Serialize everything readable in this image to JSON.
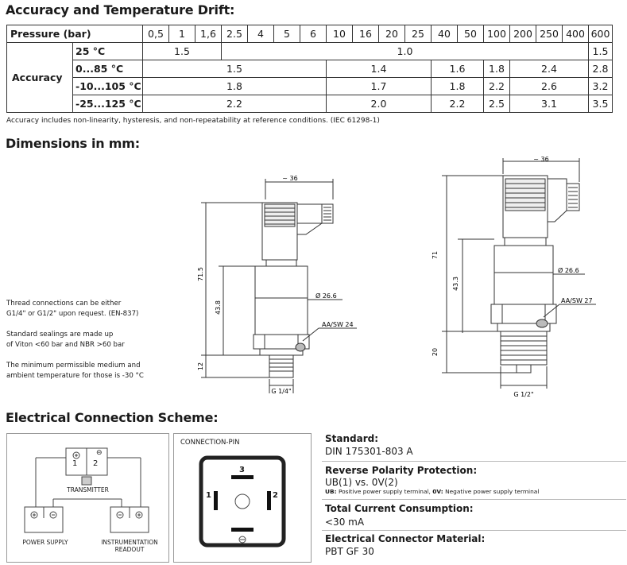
{
  "sections": {
    "accuracy_title": "Accuracy and Temperature Drift:",
    "dimensions_title": "Dimensions in mm:",
    "electrical_title": "Electrical Connection Scheme:"
  },
  "table": {
    "pressure_label": "Pressure (bar)",
    "pressures": [
      "0,5",
      "1",
      "1,6",
      "2.5",
      "4",
      "5",
      "6",
      "10",
      "16",
      "20",
      "25",
      "40",
      "50",
      "100",
      "200",
      "250",
      "400",
      "600"
    ],
    "accuracy_label": "Accuracy",
    "rows": [
      {
        "temp": "25 °C",
        "v1": "1.5",
        "v2": "1.0",
        "v3": "1.5"
      },
      {
        "temp": "0...85 °C",
        "a": "1.5",
        "b": "1.4",
        "c": "1.6",
        "d": "1.8",
        "e": "2.4",
        "f": "2.8"
      },
      {
        "temp": "-10...105 °C",
        "a": "1.8",
        "b": "1.7",
        "c": "1.8",
        "d": "2.2",
        "e": "2.6",
        "f": "3.2"
      },
      {
        "temp": "-25...125 °C",
        "a": "2.2",
        "b": "2.0",
        "c": "2.2",
        "d": "2.5",
        "e": "3.1",
        "f": "3.5"
      }
    ],
    "note": "Accuracy includes non-linearity, hysteresis, and non-repeatability at reference conditions. (IEC 61298-1)"
  },
  "side_notes": {
    "thread_1": "Thread connections can be either",
    "thread_2": "G1/4\" or G1/2\" upon request. (EN-837)",
    "seal_1": "Standard sealings are made up",
    "seal_2": "of Viton <60 bar and NBR >60 bar",
    "temp_1": "The minimum permissible medium and",
    "temp_2": "ambient temperature for those is -30 °C"
  },
  "dims_left": {
    "width": "~ 36",
    "height": "71.5",
    "body": "43.8",
    "thread_len": "12",
    "diameter": "Ø 26.6",
    "wrench": "AA/SW 24",
    "thread": "G 1/4\""
  },
  "dims_right": {
    "width": "~ 36",
    "height": "71",
    "body": "43.3",
    "thread_len": "20",
    "diameter": "Ø 26.6",
    "wrench": "AA/SW 27",
    "thread": "G 1/2\""
  },
  "wiring": {
    "transmitter": "TRANSMITTER",
    "pin1": "1",
    "pin2": "2",
    "power_supply": "POWER SUPPLY",
    "readout_1": "INSTRUMENTATION",
    "readout_2": "READOUT"
  },
  "pinout": {
    "title": "CONNECTION-PIN",
    "p1": "1",
    "p2": "2",
    "p3": "3"
  },
  "specs": {
    "standard_label": "Standard:",
    "standard_value": "DIN 175301-803 A",
    "polarity_label": "Reverse Polarity Protection:",
    "polarity_value": "UB(1) vs. 0V(2)",
    "polarity_note_ub": "UB:",
    "polarity_note_1": " Positive power supply terminal, ",
    "polarity_note_0v": "0V:",
    "polarity_note_2": " Negative power supply terminal",
    "current_label": "Total Current Consumption:",
    "current_value": "<30 mA",
    "material_label": "Electrical Connector Material:",
    "material_value": "PBT GF 30"
  }
}
